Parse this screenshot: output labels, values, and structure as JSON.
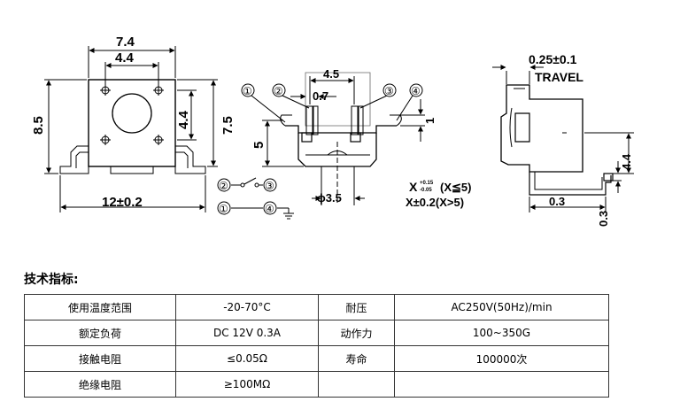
{
  "drawing": {
    "front_view": {
      "width_top": "7.4",
      "pin_span": "4.4",
      "height_left": "8.5",
      "inner_height": "4.4",
      "height_right": "7.5",
      "base_width": "12±0.2"
    },
    "side_view": {
      "pin_span": "4.5",
      "pin_width": "0.7",
      "body_height": "5",
      "lead_height": "1",
      "shaft_dia": "ϕ3.5",
      "tol_main": "X",
      "tol_upper": "+0.15",
      "tol_lower": "-0.05",
      "tol_cond1": "(X≦5)",
      "tol_line2": "X±0.2(X>5)",
      "pin_labels": [
        "①",
        "②",
        "③",
        "④"
      ],
      "circuit_labels": [
        "②",
        "③",
        "①",
        "④"
      ]
    },
    "travel_view": {
      "travel_value": "0.25±0.1",
      "travel_label": "TRAVEL",
      "height": "4.4",
      "lead_len": "0.3",
      "lead_thk": "0.3"
    }
  },
  "specs": {
    "title": "技术指标:",
    "rows": [
      [
        "使用温度范围",
        "-20-70°C",
        "耐压",
        "AC250V(50Hz)/min"
      ],
      [
        "额定负荷",
        "DC 12V 0.3A",
        "动作力",
        "100~350G"
      ],
      [
        "接触电阻",
        "≤0.05Ω",
        "寿命",
        "100000次"
      ],
      [
        "绝缘电阻",
        "≥100MΩ",
        "",
        ""
      ]
    ]
  }
}
